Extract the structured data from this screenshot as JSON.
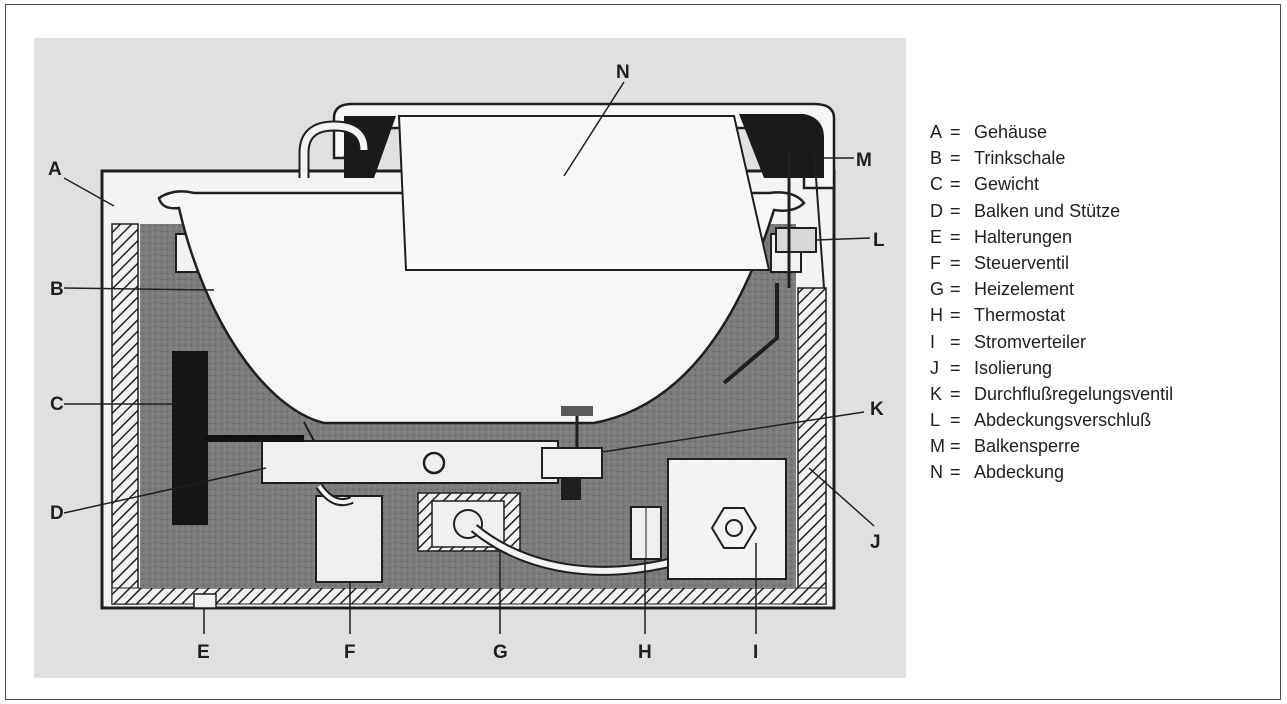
{
  "figure": {
    "callouts": [
      "A",
      "B",
      "C",
      "D",
      "E",
      "F",
      "G",
      "H",
      "I",
      "J",
      "K",
      "L",
      "M",
      "N"
    ]
  },
  "legend": {
    "separator": "=",
    "items": [
      {
        "key": "A",
        "label": "Gehäuse"
      },
      {
        "key": "B",
        "label": "Trinkschale"
      },
      {
        "key": "C",
        "label": "Gewicht"
      },
      {
        "key": "D",
        "label": "Balken und Stütze"
      },
      {
        "key": "E",
        "label": "Halterungen"
      },
      {
        "key": "F",
        "label": "Steuerventil"
      },
      {
        "key": "G",
        "label": "Heizelement"
      },
      {
        "key": "H",
        "label": "Thermostat"
      },
      {
        "key": "I",
        "label": "Stromverteiler"
      },
      {
        "key": "J",
        "label": "Isolierung"
      },
      {
        "key": "K",
        "label": "Durchflußregelungsventil"
      },
      {
        "key": "L",
        "label": "Abdeckungsverschluß"
      },
      {
        "key": "M",
        "label": "Balkensperre"
      },
      {
        "key": "N",
        "label": "Abdeckung"
      }
    ]
  }
}
